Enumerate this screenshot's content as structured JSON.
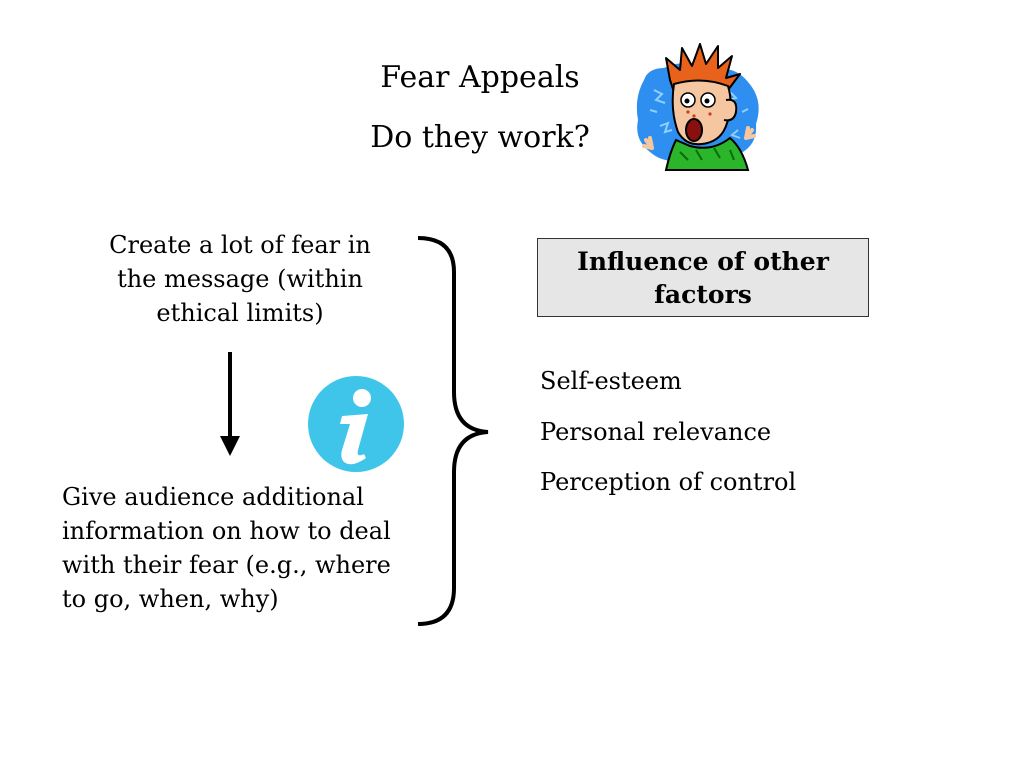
{
  "slide": {
    "title": "Fear Appeals",
    "subtitle": "Do they work?",
    "top_step": "Create a lot of fear in the message (within ethical limits)",
    "bottom_step": "Give audience additional information on how to deal with their fear (e.g., where to go, when, why)",
    "factors_header": "Influence of other factors",
    "factors": [
      "Self-esteem",
      "Personal relevance",
      "Perception of control"
    ],
    "icons": {
      "face": "scared-face-icon",
      "info": "info-icon",
      "arrow": "down-arrow",
      "brace": "right-curly-brace"
    },
    "colors": {
      "info_circle": "#3fc4ea",
      "factors_box_fill": "#e6e6e6",
      "face_bg": "#2f8ff0",
      "shirt": "#2bb52b",
      "hair": "#e8621b"
    }
  }
}
